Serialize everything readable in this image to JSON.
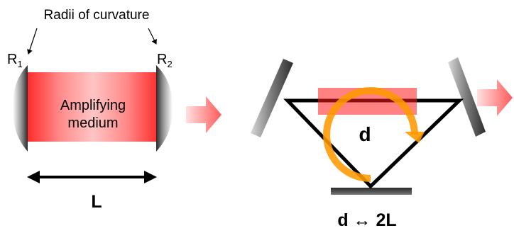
{
  "labels": {
    "radii_title": "Radii of curvature",
    "r1": "R",
    "r1_sub": "1",
    "r2": "R",
    "r2_sub": "2",
    "medium_line1": "Amplifying",
    "medium_line2": "medium",
    "length": "L",
    "ring_length": "d",
    "equivalence": "d ↔ 2L"
  },
  "colors": {
    "gain": "#ff1a1a",
    "ring_path": "#000000",
    "circulation_arrow": "#ff9900",
    "transition_arrow": "#ff6b6b",
    "mirror": "#555555"
  }
}
